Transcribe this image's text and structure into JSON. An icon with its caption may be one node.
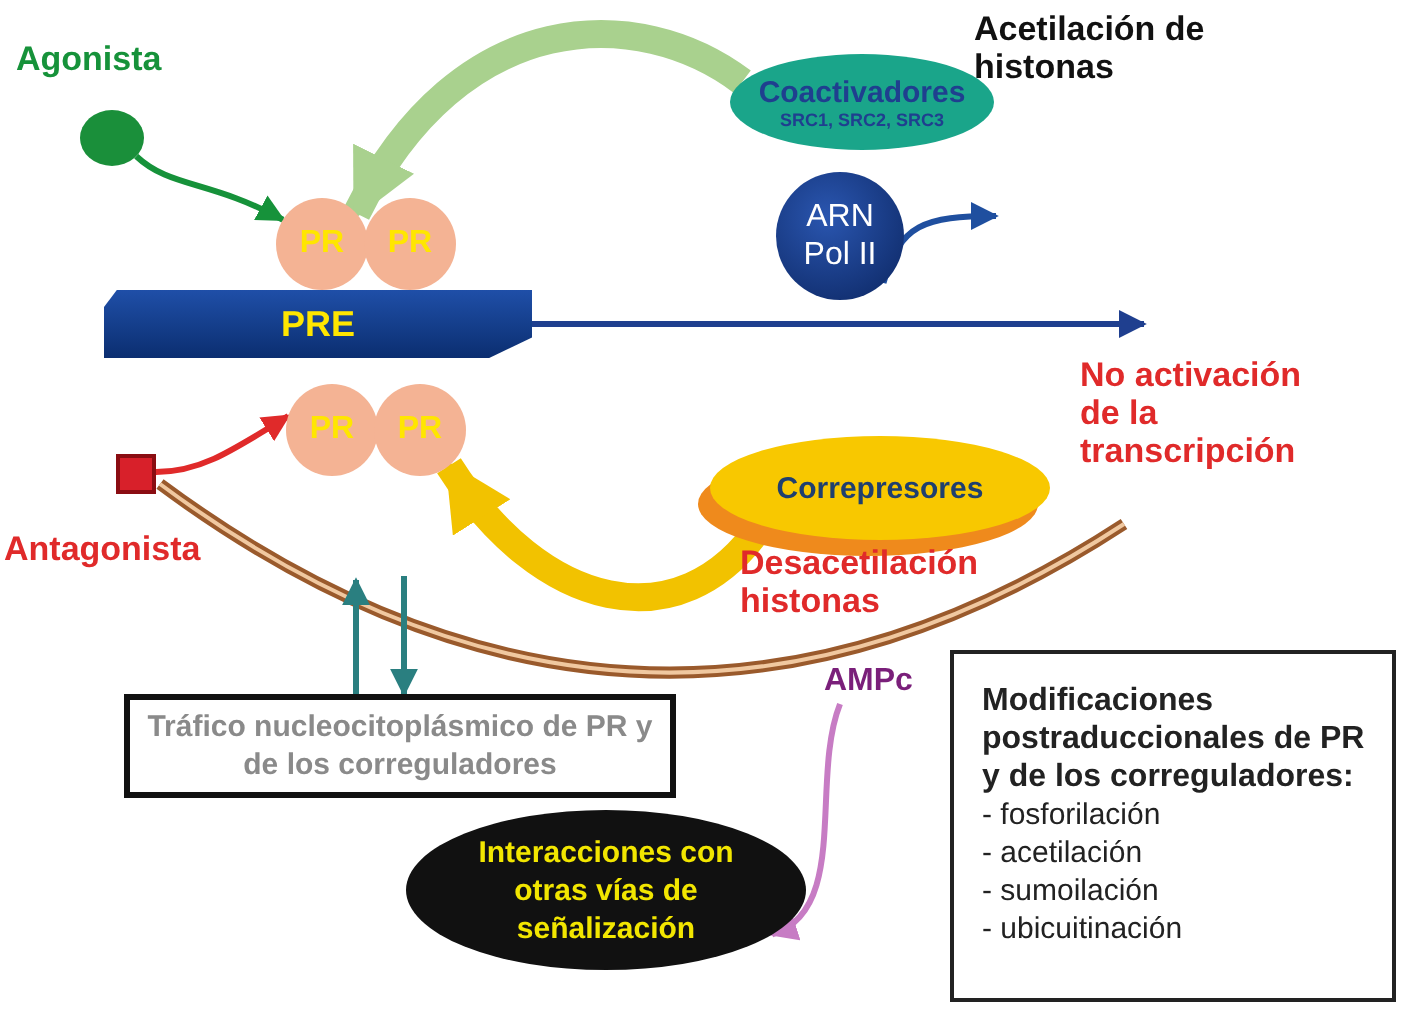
{
  "diagram": {
    "nodes": [
      {
        "text": [
          "Agonista"
        ]
      },
      {
        "text": [
          "PR"
        ]
      },
      {
        "text": [
          "PR"
        ]
      },
      {
        "text": [
          "PRE"
        ]
      },
      {
        "text": [
          "PR"
        ]
      },
      {
        "text": [
          "PR"
        ]
      },
      {
        "text": [
          "Coactivadores",
          "SRC1, SRC2, SRC3"
        ]
      },
      {
        "text": [
          "ARN Pol II"
        ]
      },
      {
        "text": [
          "Correpresores"
        ]
      },
      {
        "text": [
          "Antagonista"
        ]
      },
      {
        "text": [
          "Tráfico nucleocitoplásmico de PR y de los correguladores"
        ]
      },
      {
        "text": [
          "Interacciones con otras vías de señalización"
        ]
      },
      {
        "text": [
          "Modificaciones postraduccionales de PR y de los correguladores:",
          "- fosforilación",
          "- acetilación",
          "- sumoilación",
          "- ubicuitinación"
        ]
      },
      {
        "text": [
          "AMPc"
        ]
      }
    ],
    "edges": [
      {
        "from": 0,
        "to": 1,
        "arrow": "to",
        "color": "#16923a"
      },
      {
        "from": 9,
        "to": 4,
        "arrow": "to",
        "color": "#e02a2a"
      },
      {
        "from": 6,
        "to": 1,
        "arrow": "to",
        "style": "thick",
        "color": "#a9d18e"
      },
      {
        "from": 8,
        "to": 5,
        "arrow": "to",
        "style": "thick",
        "color": "#f2c200"
      },
      {
        "from": 3,
        "to": null,
        "arrow": "to",
        "color": "#1f3f8f"
      },
      {
        "from": 7,
        "to": null,
        "arrow": "to",
        "color": "#1f4f9f"
      },
      {
        "from": 10,
        "to": null,
        "arrow": "to",
        "color": "#2a7f80"
      },
      {
        "from": null,
        "to": 10,
        "arrow": "to",
        "color": "#2a7f80"
      },
      {
        "from": 13,
        "to": 11,
        "arrow": "to",
        "color": "#c77cc4"
      }
    ],
    "labels": [
      "Acetilación de histonas",
      "No activación de la transcripción",
      "Desacetilación histonas"
    ]
  }
}
